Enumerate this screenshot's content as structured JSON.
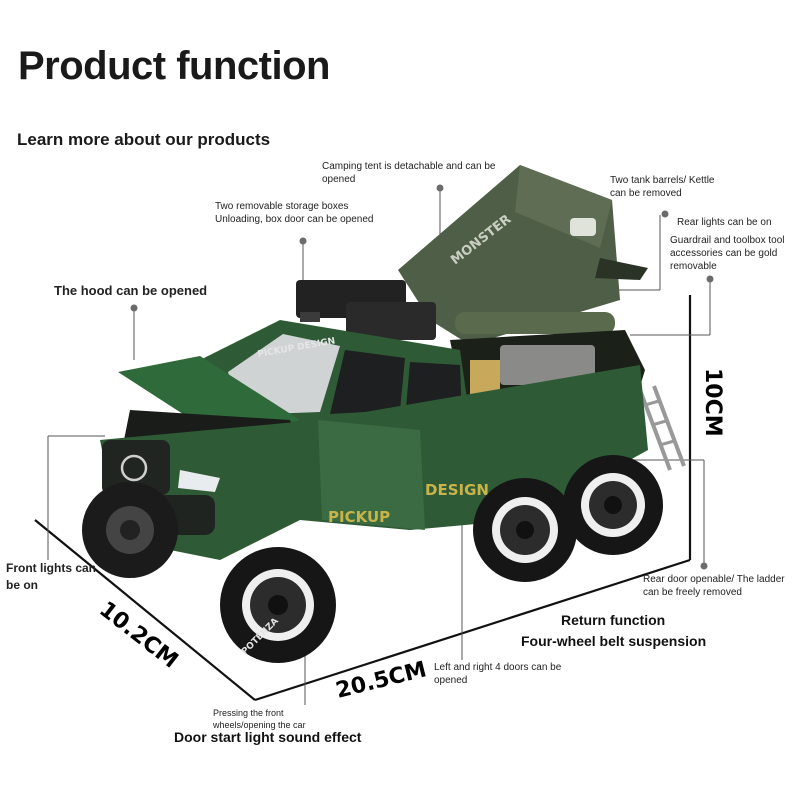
{
  "header": {
    "title": "Product function",
    "subtitle": "Learn more about our products"
  },
  "callouts": {
    "tent": "Camping tent is detachable and can be opened",
    "storage": "Two removable storage boxes Unloading, box door can be opened",
    "barrels": "Two tank barrels/ Kettle can be removed",
    "rear_lights": "Rear lights can be on",
    "guardrail": "Guardrail and toolbox tool accessories can be gold removable",
    "hood": "The hood can be opened",
    "front_lights": "Front lights can be on",
    "rear_door": "Rear door openable/ The ladder can be freely removed",
    "return": "Return function",
    "suspension": "Four-wheel belt suspension",
    "doors": "Left and right 4 doors can be opened",
    "front_wheels": "Pressing the front wheels/opening the car",
    "sound": "Door start light sound effect"
  },
  "dimensions": {
    "height": "10CM",
    "width": "10.2CM",
    "length": "20.5CM"
  },
  "vehicle": {
    "roof_text": "PICKUP DESIGN",
    "side_text": "PICKUP",
    "bed_text": "DESIGN",
    "tent_text": "MONSTER",
    "tire_text": "POTENZA",
    "body_color": "#2f5a36",
    "tent_color": "#4f5e46"
  }
}
